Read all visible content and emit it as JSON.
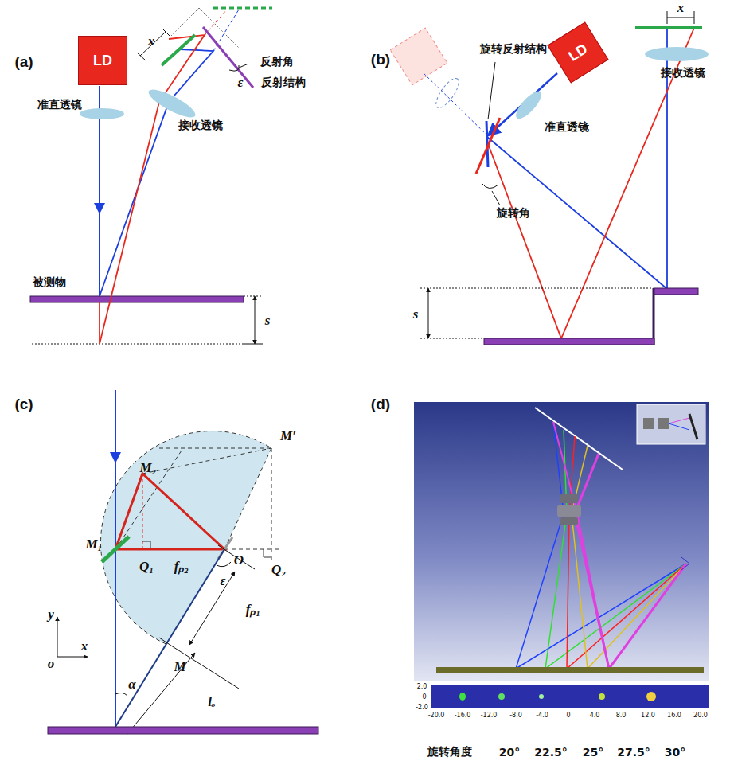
{
  "diagram": {
    "nodes": [
      {
        "text": [
          "LD"
        ]
      },
      {
        "text": [
          "LD"
        ]
      }
    ],
    "labels": [
      "(a)",
      "准直透镜",
      "x",
      "反射角",
      "ε",
      "反射结构",
      "接收透镜",
      "被测物",
      "s",
      "(b)",
      "旋转反射结构",
      "准直透镜",
      "接收透镜",
      "x",
      "旋转角",
      "s",
      "(c)",
      "M₂",
      "M′",
      "M₁",
      "Q₁",
      "fₚ₂",
      "O",
      "Q₂",
      "ε",
      "fₚ₁",
      "M",
      "lₒ",
      "α",
      "y",
      "x",
      "o",
      "(d)",
      "-20.0",
      "-16.0",
      "-12.0",
      "-8.0",
      "-4.0",
      "0",
      "4.0",
      "8.0",
      "12.0",
      "16.0",
      "20.0",
      "2.0",
      "0",
      "-2.0",
      "旋转角度",
      "20°",
      "22.5°",
      "25°",
      "27.5°",
      "30°"
    ]
  }
}
